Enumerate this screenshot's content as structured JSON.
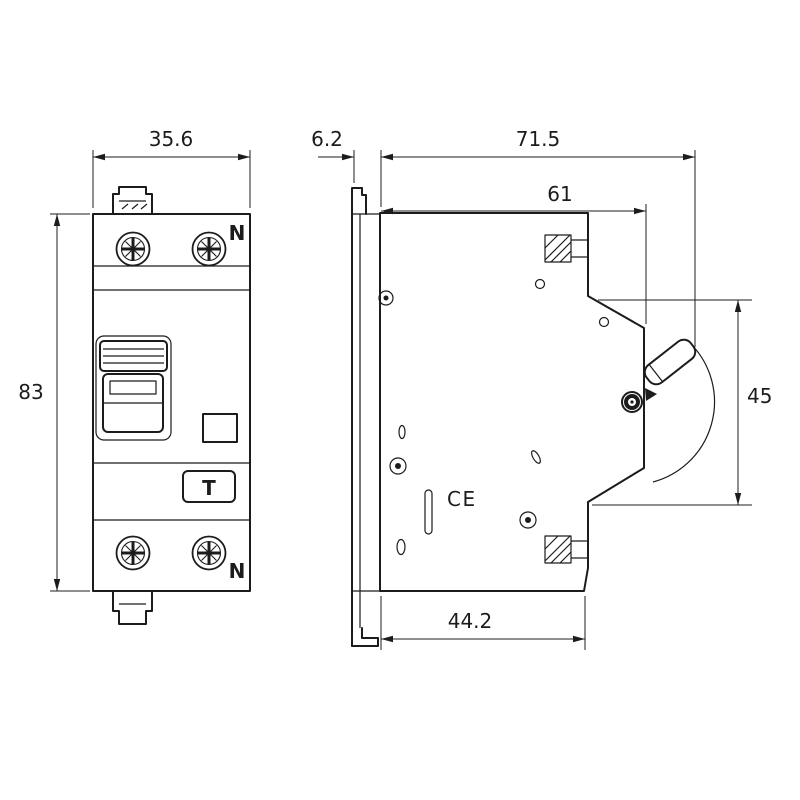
{
  "drawing": {
    "front": {
      "width": "35.6",
      "height": "83",
      "neutral_top": "N",
      "neutral_bottom": "N",
      "test_button": "T"
    },
    "side": {
      "clip_depth": "6.2",
      "total_depth": "71.5",
      "body_depth": "61",
      "face_height": "45",
      "base_depth": "44.2",
      "ce_mark": "CE"
    },
    "colors": {
      "line": "#1c1c1c",
      "background": "#ffffff"
    }
  }
}
